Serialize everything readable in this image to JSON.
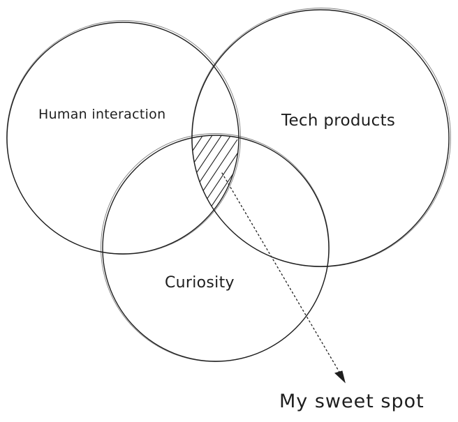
{
  "diagram": {
    "circles": [
      {
        "id": "human",
        "label": "Human interaction"
      },
      {
        "id": "tech",
        "label": "Tech products"
      },
      {
        "id": "curiosity",
        "label": "Curiosity"
      }
    ],
    "callout": {
      "label": "My sweet spot"
    }
  }
}
